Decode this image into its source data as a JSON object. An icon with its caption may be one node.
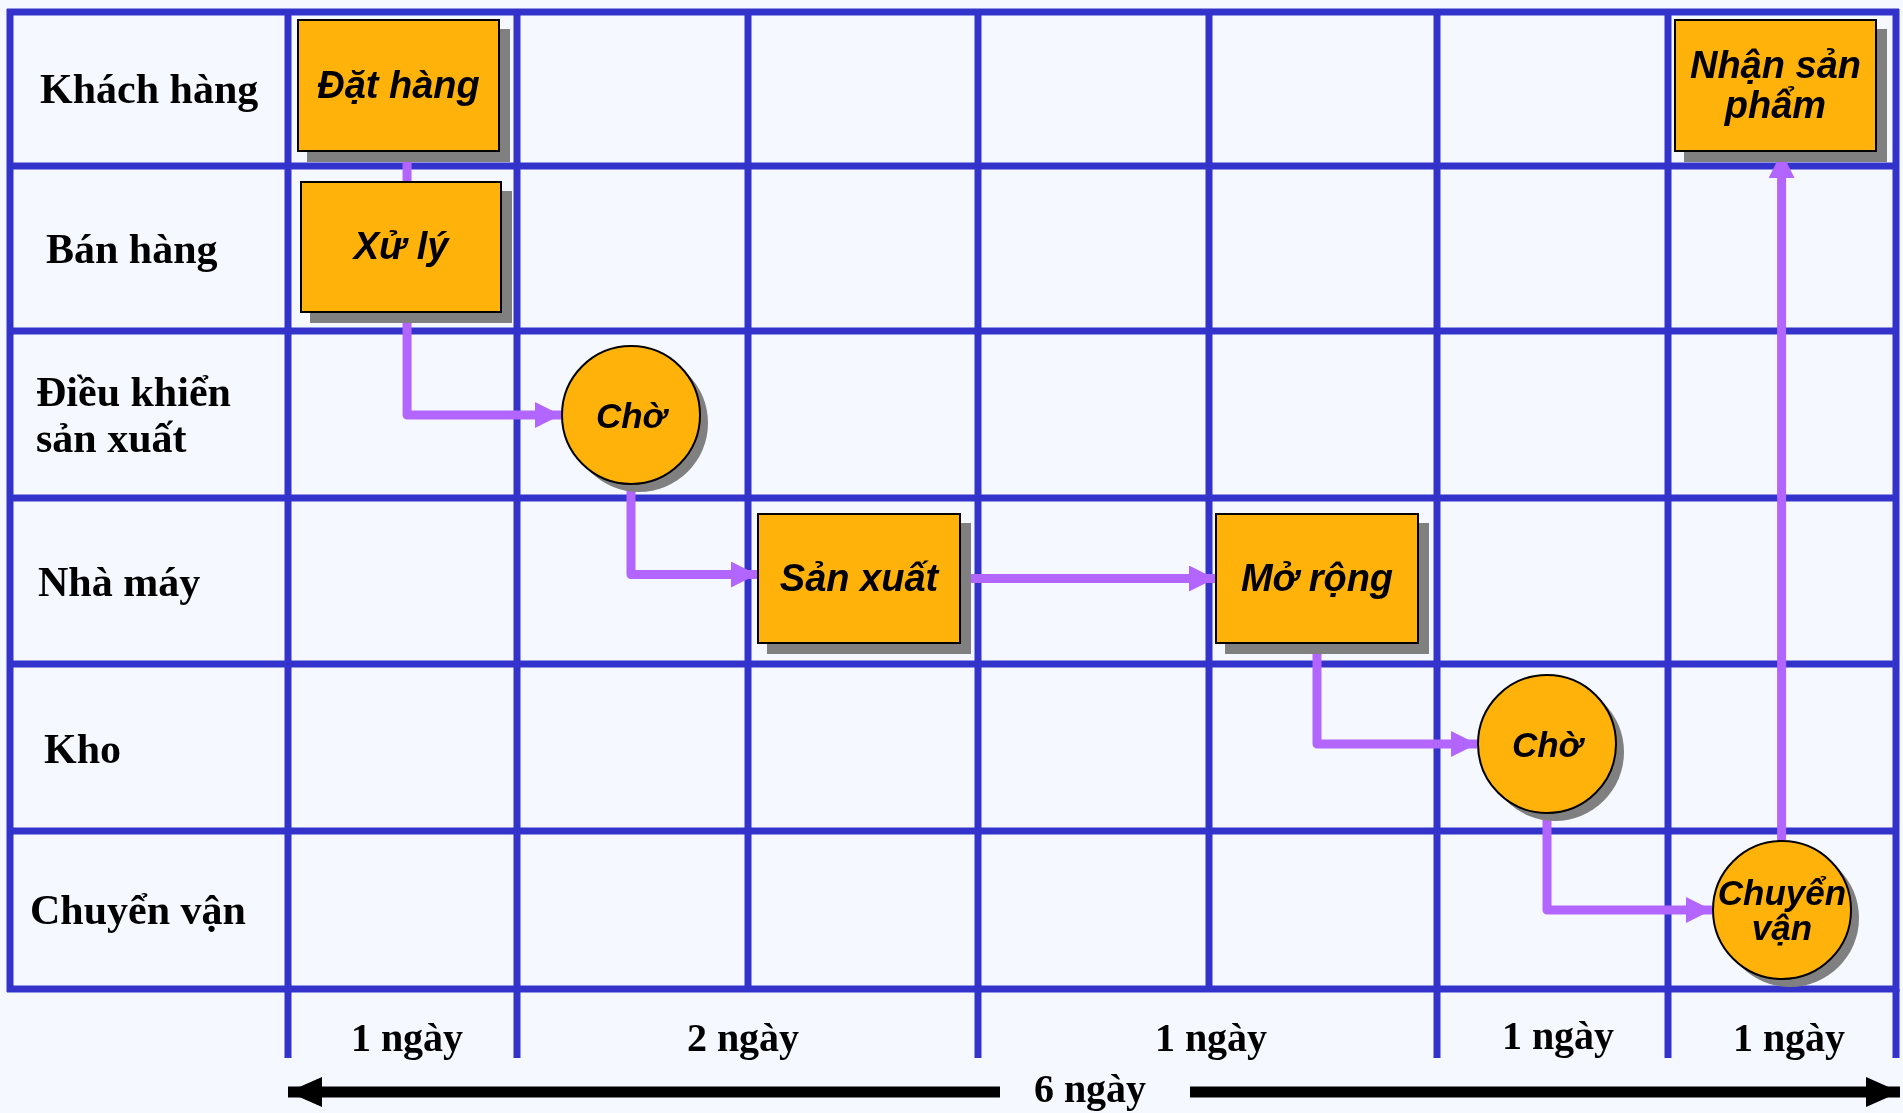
{
  "diagram": {
    "nodes": [
      {
        "text": [
          "Đặt hàng"
        ]
      },
      {
        "text": [
          "Xử lý"
        ]
      },
      {
        "text": [
          "Chờ"
        ]
      },
      {
        "text": [
          "Sản xuất"
        ]
      },
      {
        "text": [
          "Mở rộng"
        ]
      },
      {
        "text": [
          "Chờ"
        ]
      },
      {
        "text": [
          "Chuyển vận"
        ]
      },
      {
        "text": [
          "Nhận sản phẩm"
        ]
      }
    ],
    "edges": [
      {
        "from": 0,
        "to": 1,
        "arrow": "none"
      },
      {
        "from": 1,
        "to": 2,
        "arrow": "to"
      },
      {
        "from": 2,
        "to": 3,
        "arrow": "to"
      },
      {
        "from": 3,
        "to": 4,
        "arrow": "to"
      },
      {
        "from": 4,
        "to": 5,
        "arrow": "to"
      },
      {
        "from": 5,
        "to": 6,
        "arrow": "to"
      },
      {
        "from": 6,
        "to": 7,
        "arrow": "to"
      }
    ],
    "labels": [
      "Khách hàng",
      "Bán hàng",
      "Điều khiển sản xuất",
      "Nhà máy",
      "Kho",
      "Chuyển vận",
      "1 ngày",
      "2 ngày",
      "1 ngày",
      "1 ngày",
      "1 ngày",
      "6 ngày"
    ]
  }
}
